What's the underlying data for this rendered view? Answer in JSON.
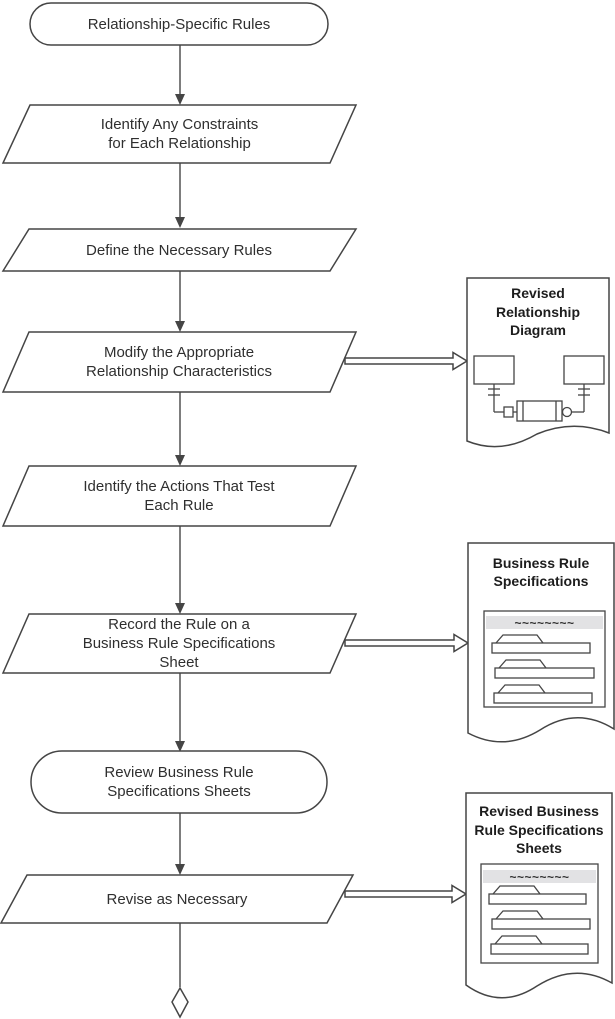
{
  "colors": {
    "stroke": "#454545",
    "text": "#2f2f2f",
    "doc_band": "#e2e2e4",
    "background": "#ffffff"
  },
  "nodes": {
    "start": {
      "label": "Relationship-Specific Rules"
    },
    "identify_constraints": {
      "line1": "Identify Any Constraints",
      "line2": "for Each Relationship"
    },
    "define_rules": {
      "label": "Define the Necessary Rules"
    },
    "modify_characteristics": {
      "line1": "Modify the Appropriate",
      "line2": "Relationship Characteristics"
    },
    "identify_actions": {
      "line1": "Identify the Actions That Test",
      "line2": "Each Rule"
    },
    "record_rule": {
      "line1": "Record the Rule on a",
      "line2": "Business Rule Specifications",
      "line3": "Sheet"
    },
    "review_sheets": {
      "line1": "Review Business Rule",
      "line2": "Specifications Sheets"
    },
    "revise": {
      "label": "Revise as Necessary"
    }
  },
  "documents": {
    "revised_relationship_diagram": {
      "line1": "Revised",
      "line2": "Relationship",
      "line3": "Diagram"
    },
    "business_rule_specifications": {
      "line1": "Business Rule",
      "line2": "Specifications",
      "tildes": "~~~~~~~~"
    },
    "revised_business_rule_specification_sheets": {
      "line1": "Revised Business",
      "line2": "Rule Specifications",
      "line3": "Sheets",
      "tildes": "~~~~~~~~"
    }
  }
}
